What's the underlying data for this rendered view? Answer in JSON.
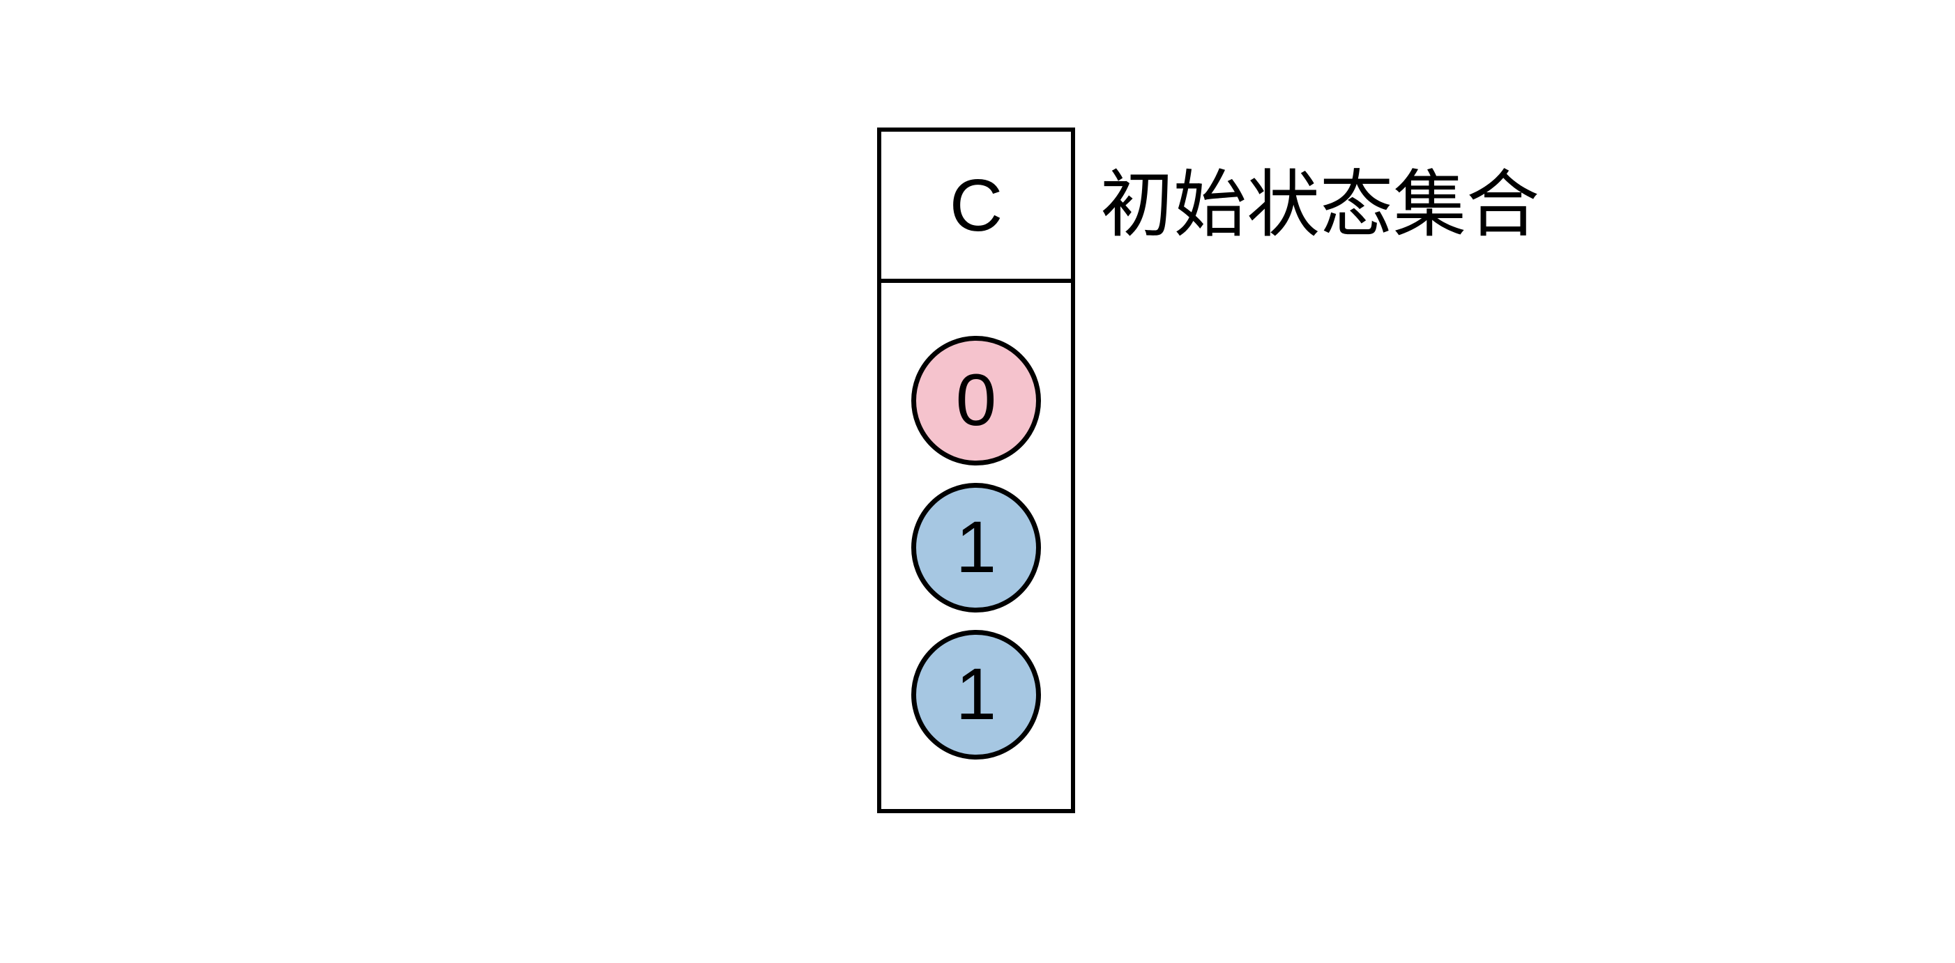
{
  "figure": {
    "background_color": "#ffffff",
    "stroke_color": "#000000"
  },
  "column": {
    "header_label": "C",
    "cells": [
      {
        "value": "0",
        "fill": "#f5c3cd"
      },
      {
        "value": "1",
        "fill": "#a6c7e2"
      },
      {
        "value": "1",
        "fill": "#a6c7e2"
      }
    ]
  },
  "annotation": {
    "text": "初始状态集合"
  }
}
